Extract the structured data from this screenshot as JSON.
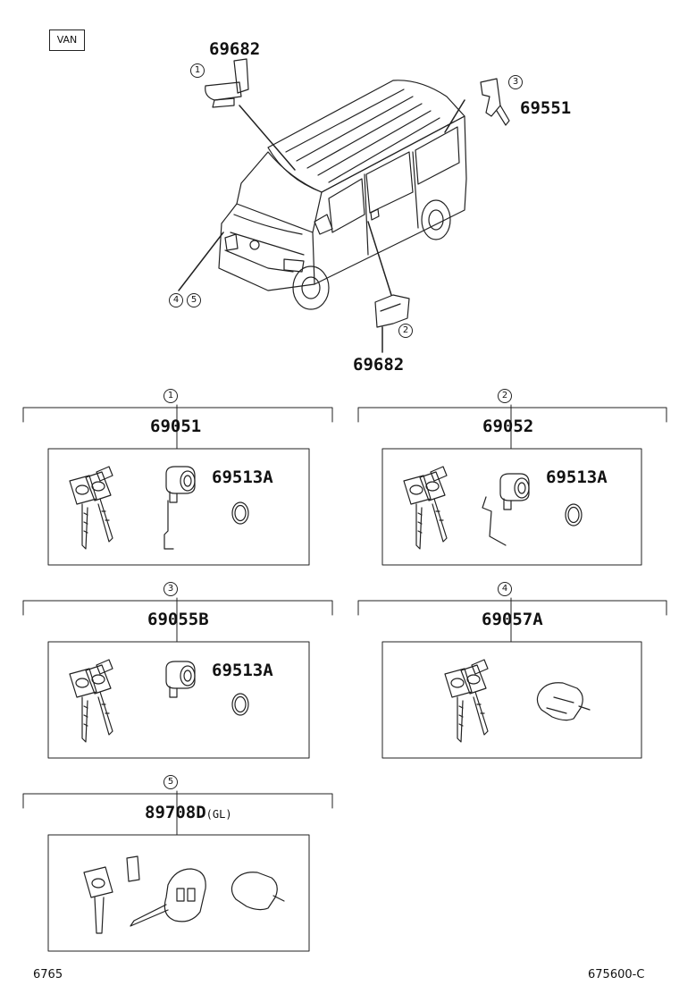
{
  "variant_badge": "VAN",
  "callouts": {
    "c1": "1",
    "c2": "2",
    "c3": "3",
    "c4": "4",
    "c5": "5"
  },
  "top_parts": {
    "p_69682_top": "69682",
    "p_69551": "69551",
    "p_69682_bottom": "69682"
  },
  "groups": [
    {
      "callout": "1",
      "part": "69051",
      "suffix": "",
      "inner_part": "69513A"
    },
    {
      "callout": "2",
      "part": "69052",
      "suffix": "",
      "inner_part": "69513A"
    },
    {
      "callout": "3",
      "part": "69055B",
      "suffix": "",
      "inner_part": "69513A"
    },
    {
      "callout": "4",
      "part": "69057A",
      "suffix": "",
      "inner_part": ""
    },
    {
      "callout": "5",
      "part": "89708D",
      "suffix": "(GL)",
      "inner_part": ""
    }
  ],
  "footer": {
    "left": "6765",
    "right": "675600-C"
  }
}
